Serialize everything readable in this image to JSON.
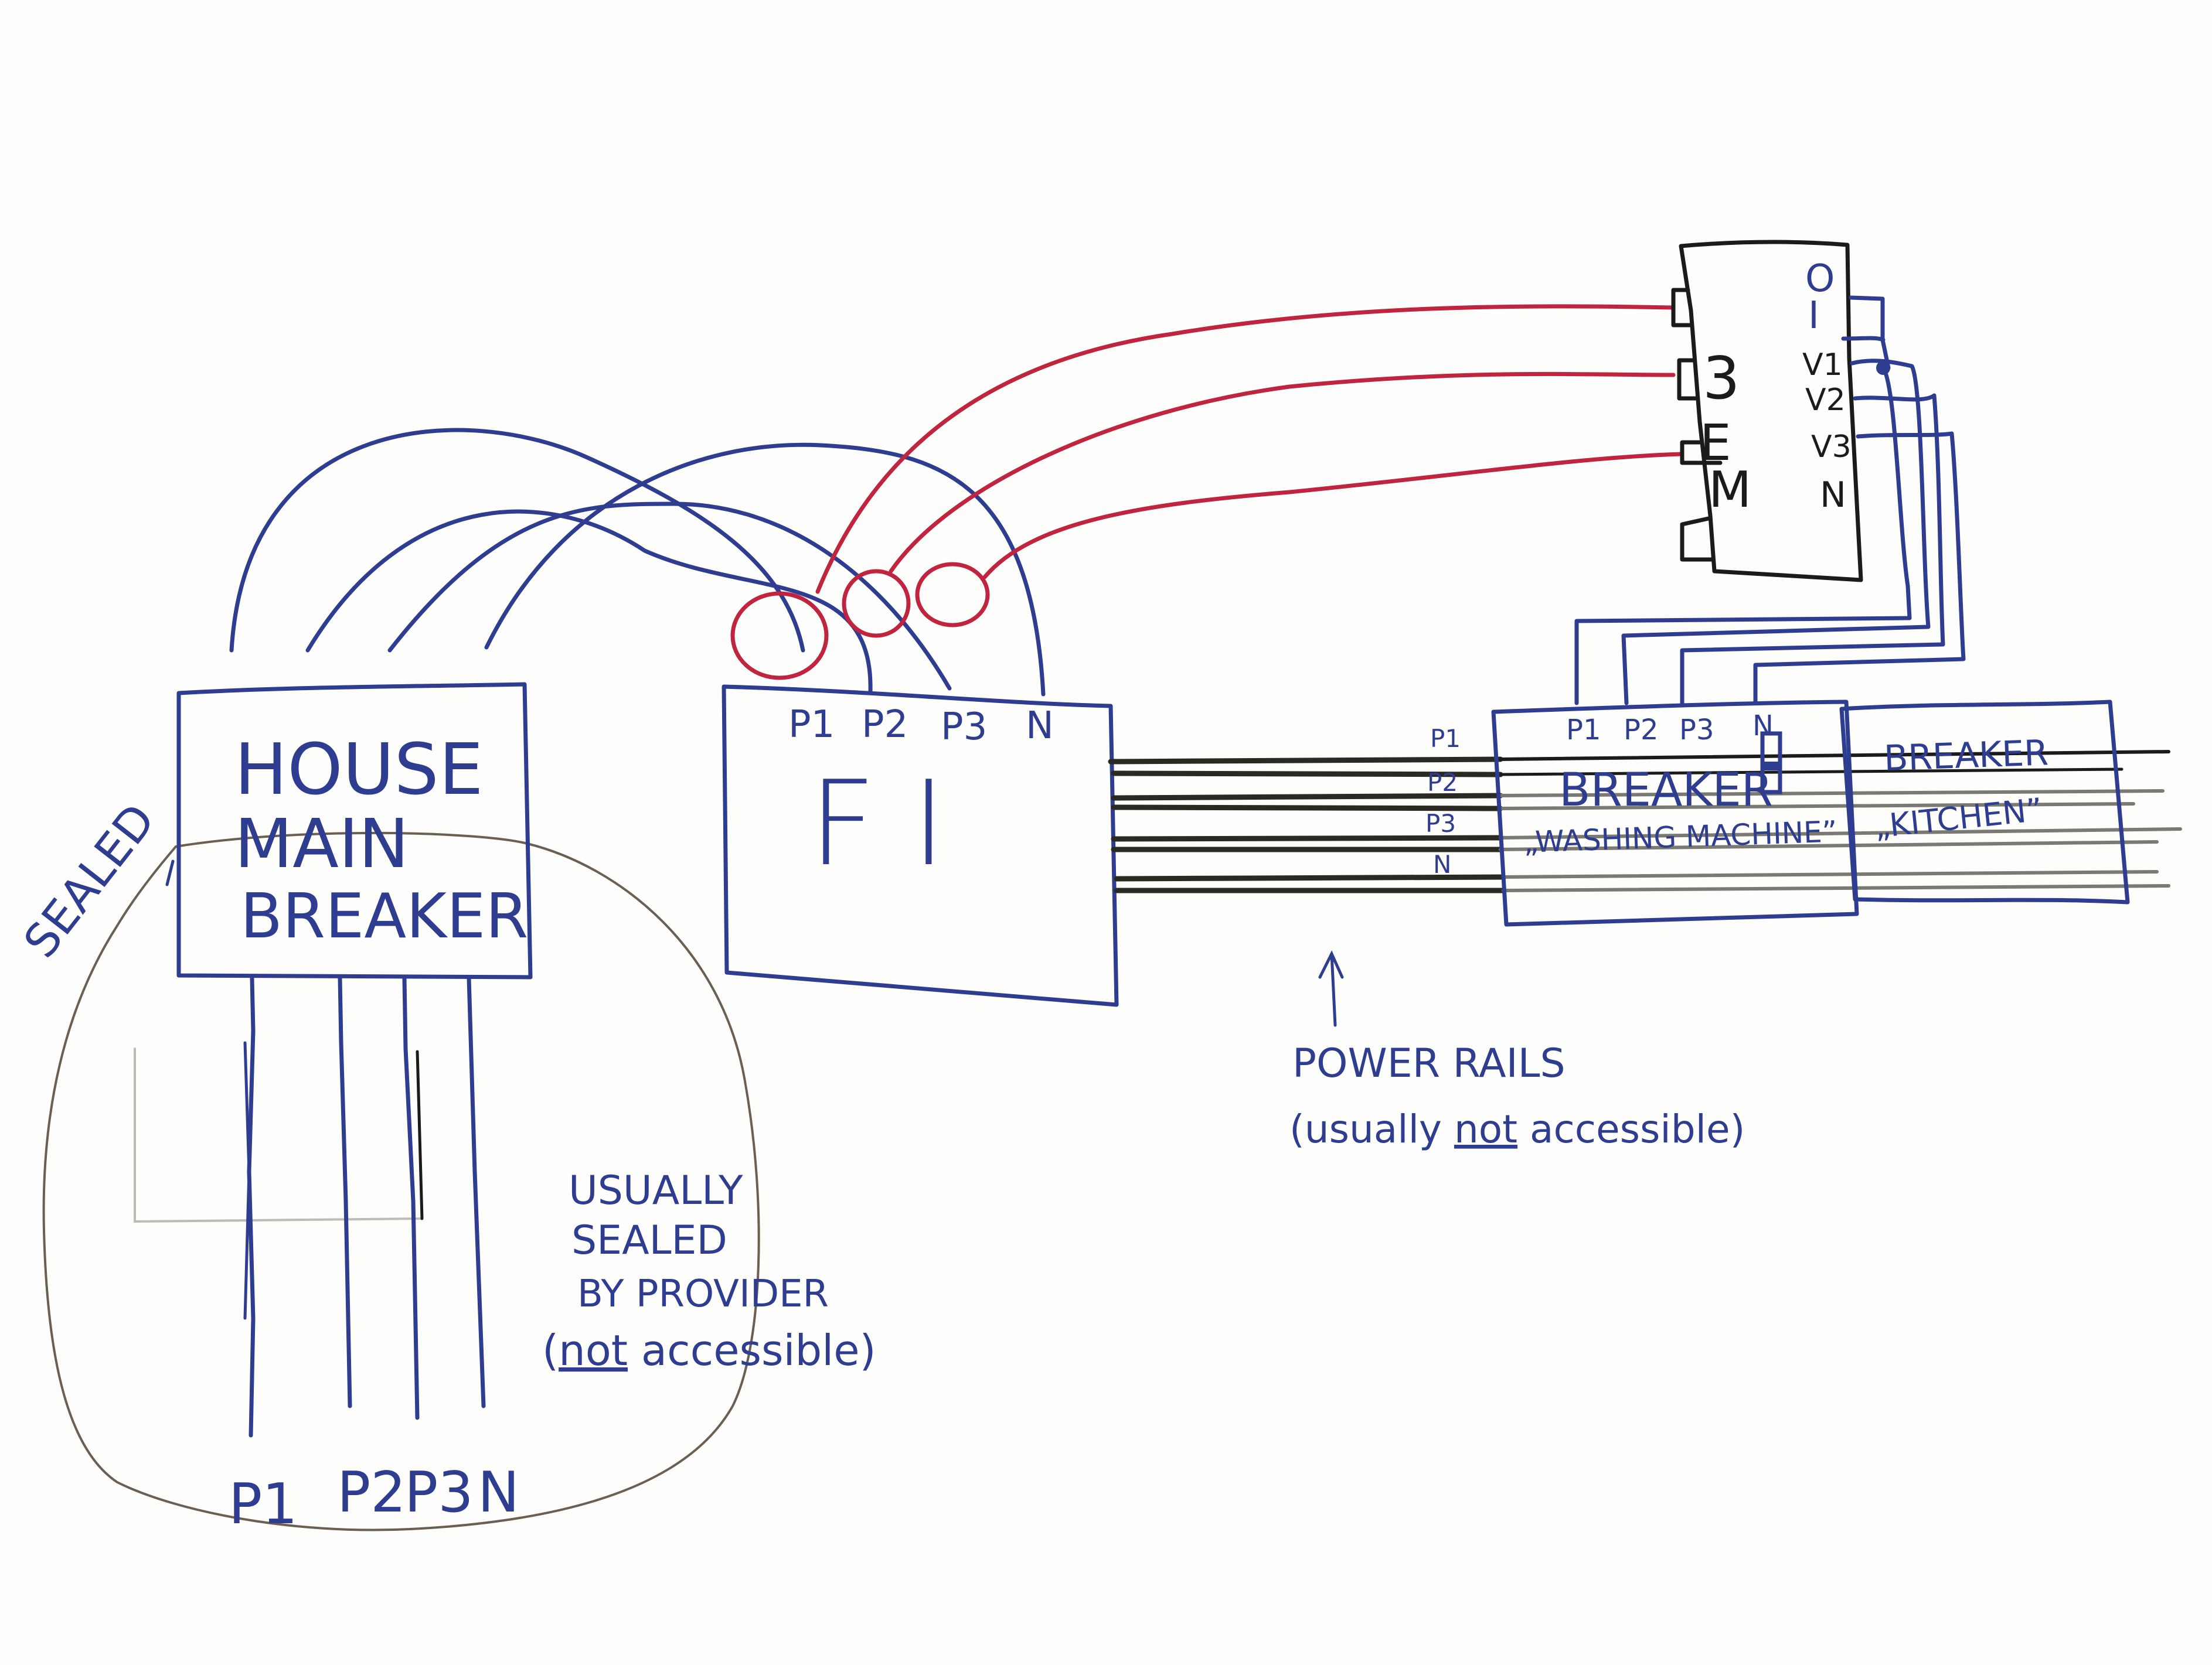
{
  "colors": {
    "ink_blue": "#2e3d8f",
    "ink_red": "#c0243f",
    "ink_black": "#1b1b1b",
    "pencil": "#6b5f52",
    "paper": "#fdfdfb"
  },
  "house_main_breaker": {
    "line1": "HOUSE",
    "line2": "MAIN",
    "line3": "BREAKER",
    "sealed_label": "SEALED",
    "bottom_terminals": [
      "P1",
      "P2",
      "P3",
      "N"
    ]
  },
  "sealed_note": {
    "line1": "USUALLY",
    "line2": "SEALED",
    "line3": "BY PROVIDER",
    "line4_open": "(",
    "line4_emph": "not",
    "line4_rest": " accessible)"
  },
  "f1": {
    "label": "FI",
    "terminals": [
      "P1",
      "P2",
      "P3",
      "N"
    ]
  },
  "current_clamps": {
    "count": 3,
    "phases": [
      "P1",
      "P2",
      "P3"
    ]
  },
  "meter_3em": {
    "label_chars": [
      "3",
      "E",
      "M"
    ],
    "right_terminals": [
      "O",
      "I",
      "V1",
      "V2",
      "V3",
      "N"
    ]
  },
  "rails": {
    "labels": [
      "P1",
      "P2",
      "P3",
      "N"
    ],
    "caption_line1": "POWER RAILS",
    "caption_line2_open": "(usually ",
    "caption_line2_emph": "not",
    "caption_line2_rest": " accessible)"
  },
  "breaker_washing": {
    "terminals": [
      "P1",
      "P2",
      "P3",
      "N"
    ],
    "title": "BREAKER",
    "subtitle": "„WASHING MACHINE”"
  },
  "breaker_kitchen": {
    "title": "BREAKER",
    "subtitle": "„KITCHEN”"
  }
}
